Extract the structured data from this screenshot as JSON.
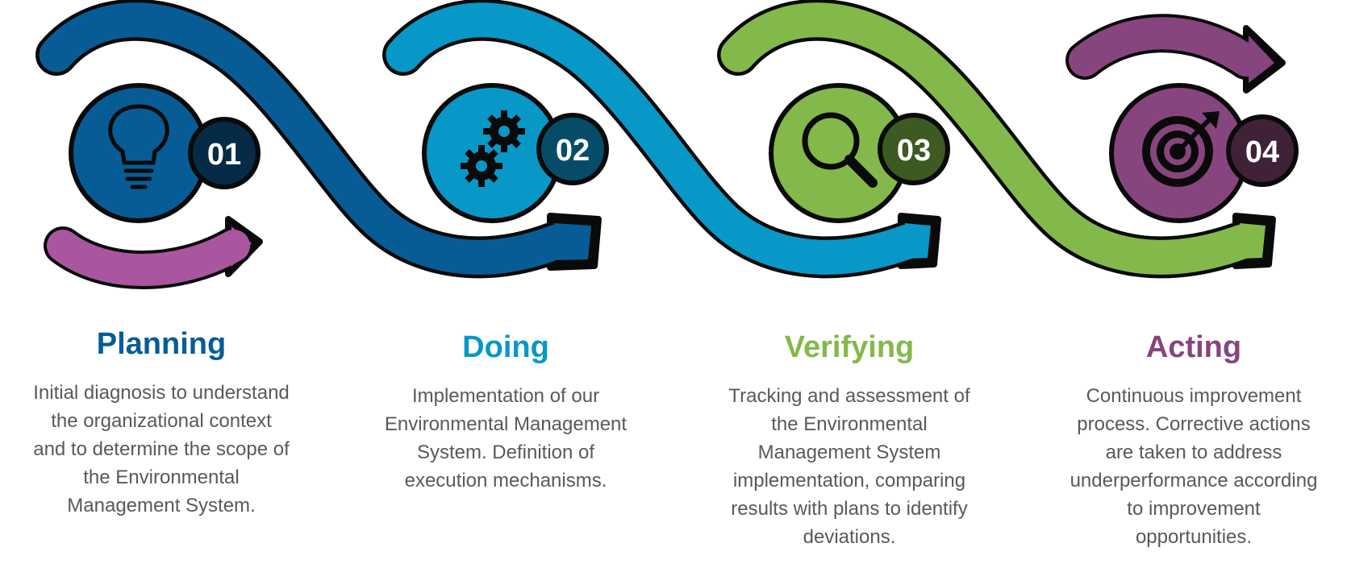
{
  "colors": {
    "outline": "#0a0a0a",
    "planning": "#075c96",
    "planning_dark": "#052b47",
    "doing": "#0898c8",
    "doing_dark": "#064c68",
    "verifying": "#83b94a",
    "verifying_dark": "#3d5a22",
    "acting": "#87457f",
    "acting_dark": "#3f2138",
    "incoming_arrow": "#a9559f"
  },
  "steps": [
    {
      "number": "01",
      "icon": "lightbulb-icon",
      "title": "Planning",
      "lines": [
        "Initial diagnosis to understand",
        "the organizational context",
        "and to determine the scope of",
        "the Environmental",
        "Management System."
      ]
    },
    {
      "number": "02",
      "icon": "gears-icon",
      "title": "Doing",
      "lines": [
        "Implementation of our",
        "Environmental Management",
        "System. Definition of",
        "execution mechanisms."
      ]
    },
    {
      "number": "03",
      "icon": "magnifier-icon",
      "title": "Verifying",
      "lines": [
        "Tracking and assessment of",
        "the Environmental",
        "Management System",
        "implementation, comparing",
        "results with plans to identify",
        "deviations."
      ]
    },
    {
      "number": "04",
      "icon": "target-icon",
      "title": "Acting",
      "lines": [
        "Continuous improvement",
        "process. Corrective actions",
        "are taken to address",
        "underperformance according",
        "to improvement",
        "opportunities."
      ]
    }
  ]
}
